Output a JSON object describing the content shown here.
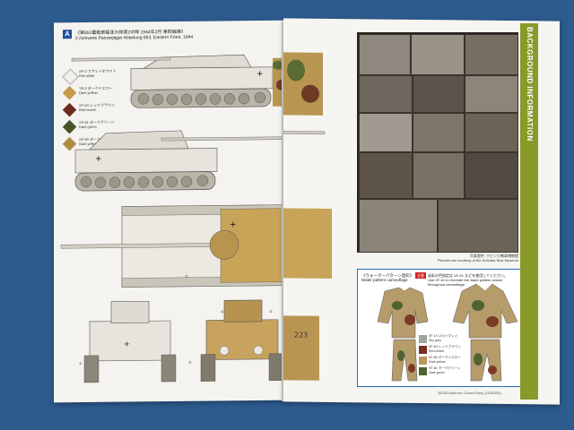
{
  "left_page": {
    "badge": "A",
    "caption_jp": "《第653重戦車駆逐大隊第2中隊 1944年2月 東部戦線》",
    "caption_en": "2./schwere Panzerjäger Abteilung 653, Eastern Front, 1944",
    "swatches": [
      {
        "code": "XF-2",
        "jp": "フラットホワイト",
        "en": "Flat white",
        "color": "#f1f0ea"
      },
      {
        "code": "TS-3",
        "jp": "ダークイエロー",
        "en": "Dark yellow",
        "color": "#c49b4a"
      },
      {
        "code": "XF-64",
        "jp": "レッドブラウン",
        "en": "Red brown",
        "color": "#6e2c1e"
      },
      {
        "code": "XF-61",
        "jp": "ダークグリーン",
        "en": "Dark green",
        "color": "#465528"
      },
      {
        "code": "XF-60",
        "jp": "ダークイエロー",
        "en": "Dark yellow",
        "color": "#b08c43"
      }
    ],
    "markers": [
      "①",
      "②",
      "③",
      "④",
      "⑤"
    ],
    "hull_numbers": [
      "223"
    ]
  },
  "right_page": {
    "sidebar_title": "BACKGROUND INFORMATION",
    "photo_caption_jp": "写真提供: クビンカ戦車博物館",
    "photo_caption_en": "Pictures are courtesy of the Kubinka Tank Museum",
    "camo": {
      "badge": "注意",
      "title_jp": "《ウォーターパターン迷彩》",
      "title_en": "Water pattern camouflage",
      "note_jp": "迷彩の色指定は XF-61 などを使用してください。",
      "note_en": "Use XF-61 to recreate the water pattern shown throughout camouflage.",
      "swatches": [
        {
          "code": "XF-19",
          "jp": "スカイグレイ",
          "en": "Sky grey",
          "color": "#9ea59c"
        },
        {
          "code": "XF-64",
          "jp": "レッドブラウン",
          "en": "Red brown",
          "color": "#7a2f20"
        },
        {
          "code": "XF-60",
          "jp": "ダークイエロー",
          "en": "Dark yellow",
          "color": "#b9965a"
        },
        {
          "code": "XF-61",
          "jp": "ダークグリーン",
          "en": "Dark green",
          "color": "#4d6230"
        }
      ]
    },
    "footer": "35335  Nashorn Closed Story (1035335)"
  }
}
